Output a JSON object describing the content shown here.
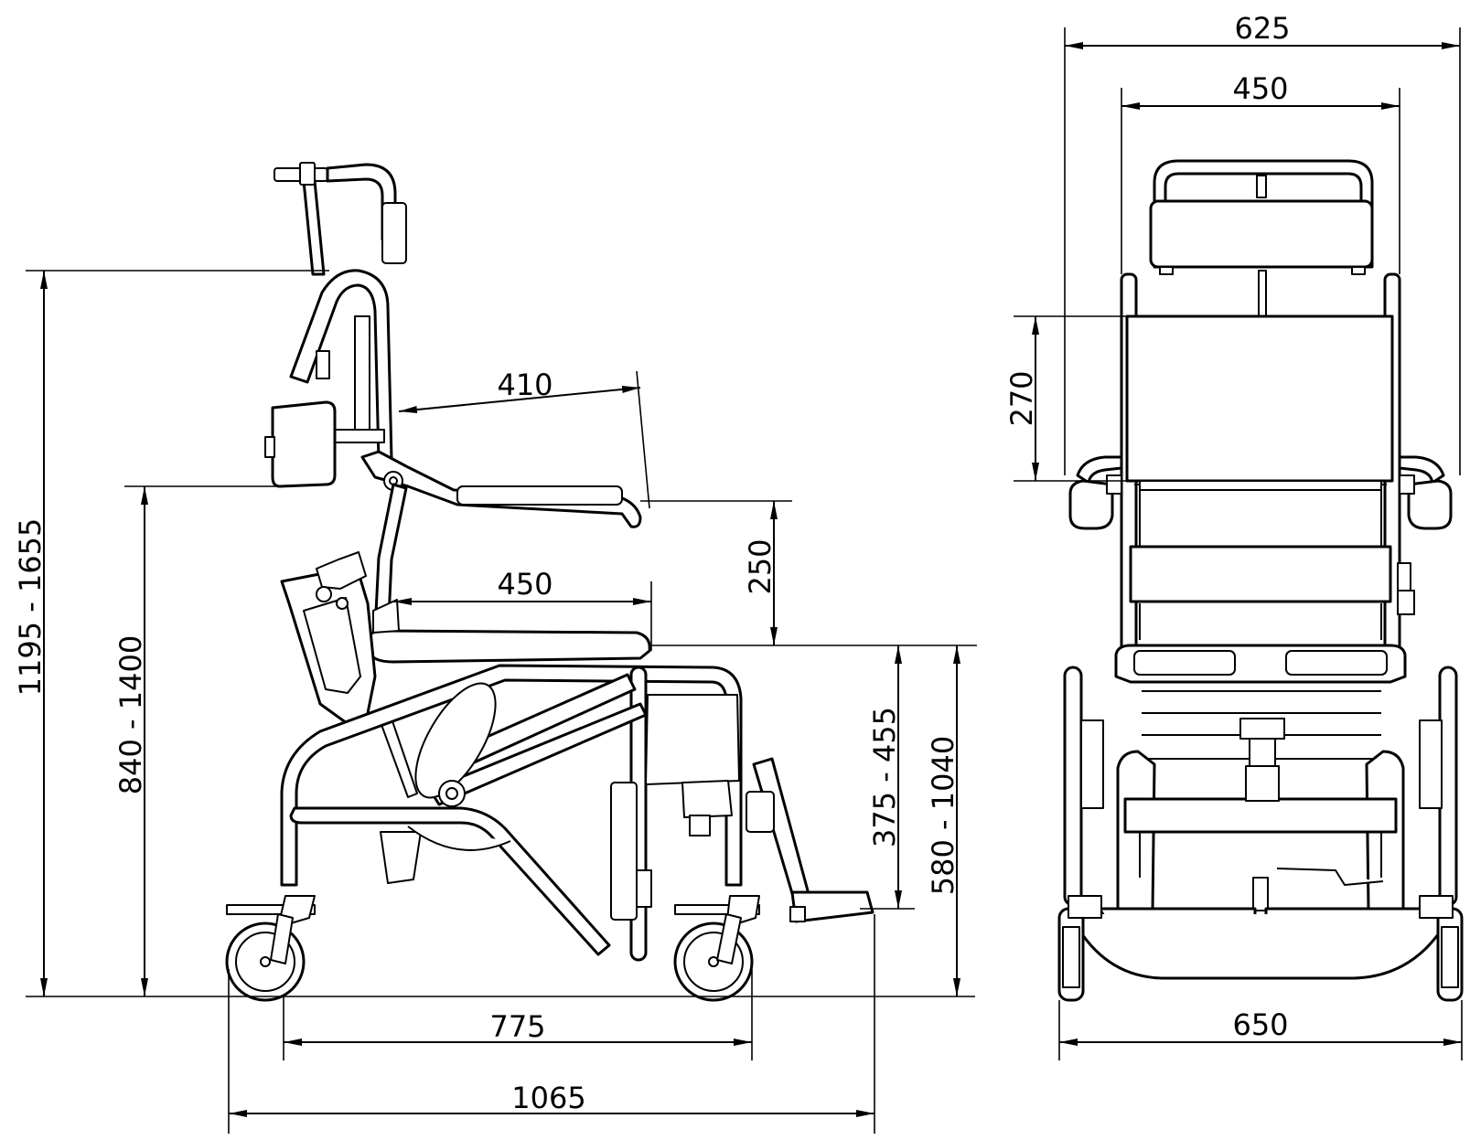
{
  "colors": {
    "ink": "#000000",
    "paper": "#ffffff"
  },
  "side_view": {
    "dim_backrest_height": "1195 - 1655",
    "dim_armrest_height": "840 - 1400",
    "dim_seat_depth_upper": "410",
    "dim_armrest_above_seat": "250",
    "dim_seat_depth": "450",
    "dim_seat_height": "375 - 455",
    "dim_total_height": "580 - 1040",
    "dim_wheelbase": "775",
    "dim_total_length": "1065"
  },
  "front_view": {
    "dim_outer_width_top": "625",
    "dim_seat_width": "450",
    "dim_backrest_panel": "270",
    "dim_base_width": "650"
  }
}
